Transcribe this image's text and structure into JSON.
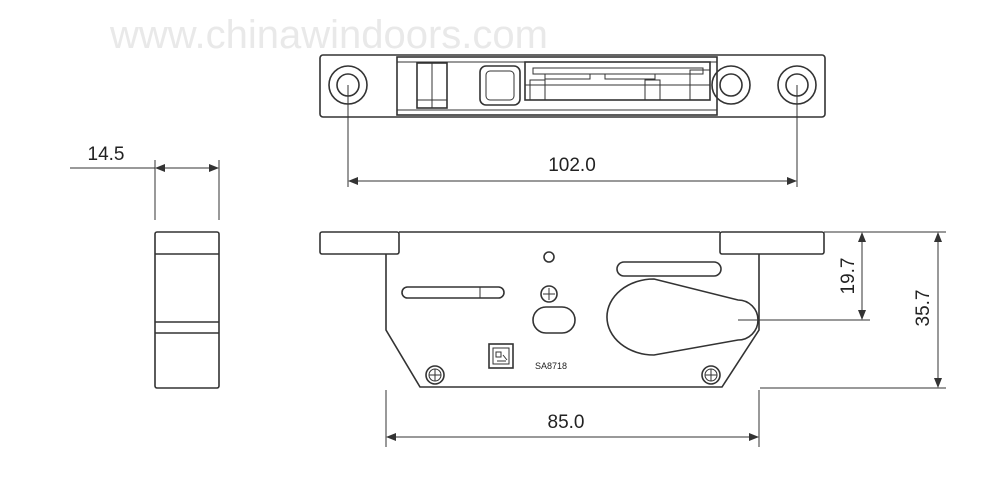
{
  "watermark": "www.chinawindoors.com",
  "dimensions": {
    "strike_width": "14.5",
    "hole_spacing": "102.0",
    "body_width": "85.0",
    "height_upper": "19.7",
    "height_total": "35.7"
  },
  "body_marking": "SA8718",
  "colors": {
    "line": "#333333",
    "background": "#ffffff"
  }
}
